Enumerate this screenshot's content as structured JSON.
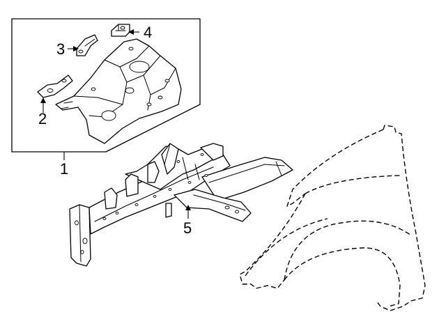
{
  "diagram": {
    "callouts": [
      {
        "id": "1",
        "text": "1"
      },
      {
        "id": "2",
        "text": "2"
      },
      {
        "id": "3",
        "text": "3"
      },
      {
        "id": "4",
        "text": "4"
      },
      {
        "id": "5",
        "text": "5"
      }
    ]
  }
}
